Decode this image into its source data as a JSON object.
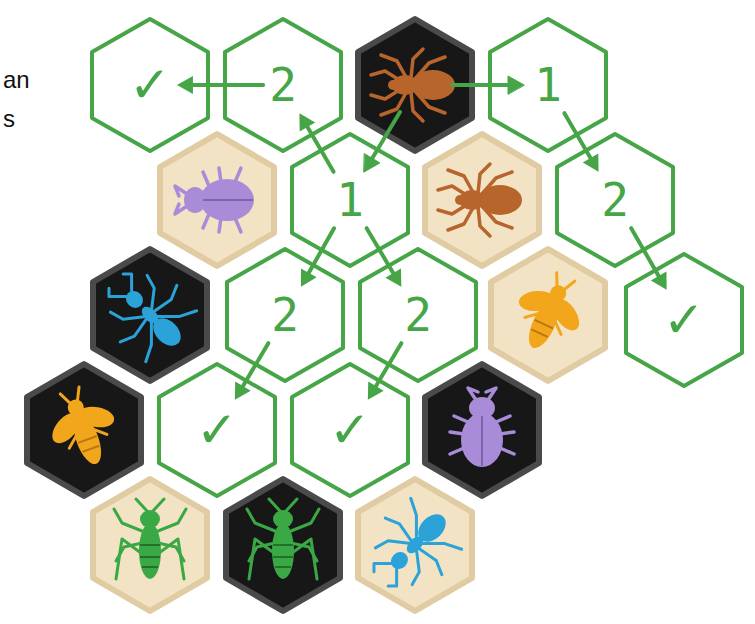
{
  "diagram": {
    "nodes": [
      {
        "text": [
          "✓"
        ]
      },
      {
        "text": [
          "2"
        ]
      },
      {
        "text": [
          "1"
        ]
      },
      {
        "text": [
          "1"
        ]
      },
      {
        "text": [
          "2"
        ]
      },
      {
        "text": [
          "2"
        ]
      },
      {
        "text": [
          "2"
        ]
      },
      {
        "text": [
          "✓"
        ]
      },
      {
        "text": [
          "✓"
        ]
      },
      {
        "text": [
          "✓"
        ]
      }
    ],
    "edges": [
      {
        "from": 1,
        "to": 0,
        "arrow": "to"
      },
      {
        "from": 3,
        "to": 1,
        "arrow": "to"
      },
      {
        "from": 2,
        "to": 4,
        "arrow": "to"
      },
      {
        "from": 3,
        "to": 5,
        "arrow": "to"
      },
      {
        "from": 3,
        "to": 6,
        "arrow": "to"
      },
      {
        "from": 4,
        "to": 7,
        "arrow": "to"
      },
      {
        "from": 5,
        "to": 8,
        "arrow": "to"
      },
      {
        "from": 6,
        "to": 9,
        "arrow": "to"
      }
    ],
    "labels": [
      "an",
      "s"
    ]
  }
}
